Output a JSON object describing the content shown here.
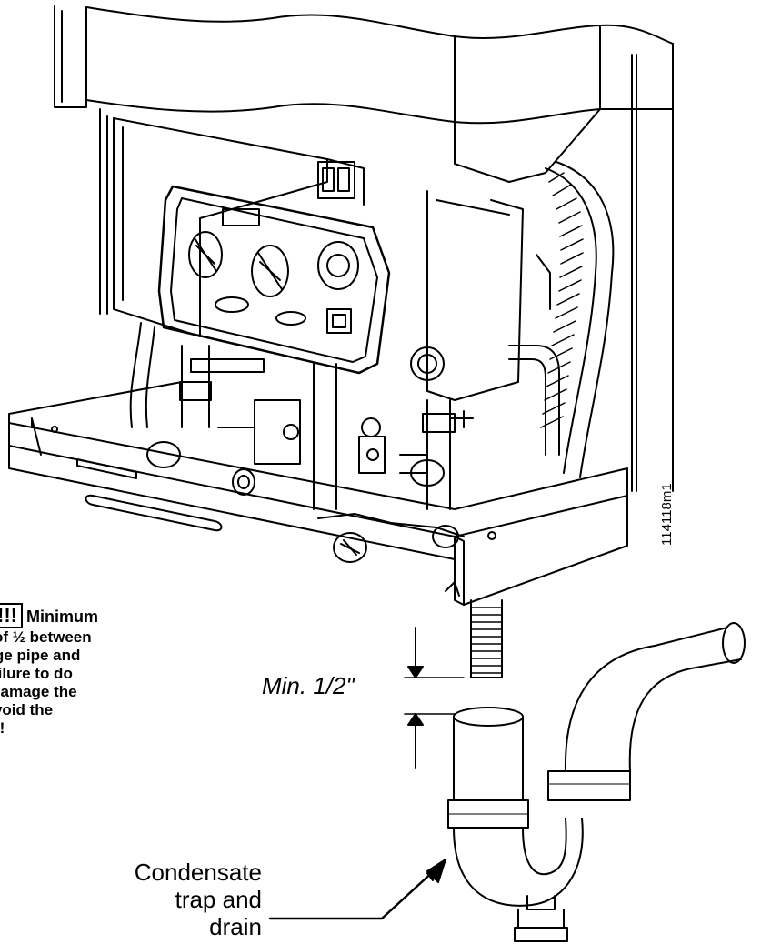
{
  "caution": {
    "heading": "ON!!!",
    "lead": "Minimum",
    "lines": [
      "gap of ½ between",
      "charge pipe and",
      "n.  Failure to do",
      " will damage the",
      " and void the",
      "ranty!"
    ]
  },
  "dimension": {
    "label": "Min. 1/2\""
  },
  "callout": {
    "line1": "Condensate",
    "line2": "trap and drain"
  },
  "figure_code": "114118m1"
}
